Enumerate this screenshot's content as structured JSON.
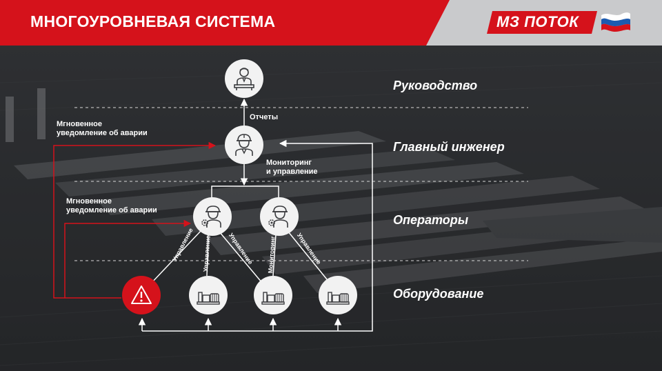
{
  "header": {
    "title": "МНОГОУРОВНЕВАЯ СИСТЕМА",
    "logo_text": "МЗ ПОТОК"
  },
  "levels": {
    "management": "Руководство",
    "chief_engineer": "Главный инженер",
    "operators": "Операторы",
    "equipment": "Оборудование"
  },
  "labels": {
    "reports": "Отчеты",
    "monitoring_control_line1": "Мониторинг",
    "monitoring_control_line2": "и управление",
    "alarm_notice_line1": "Мгновенное",
    "alarm_notice_line2": "уведомление об аварии",
    "control": "Управление",
    "monitoring": "Мониторинг"
  },
  "icons": {
    "management": "manager-icon",
    "engineer": "engineer-icon",
    "operator": "operator-icon",
    "alarm": "alarm-icon",
    "equipment": "pump-icon"
  },
  "colors": {
    "brand_red": "#d5121b",
    "header_gray": "#c9cacc",
    "text": "#ffffff",
    "node_bg": "#f2f2f2"
  }
}
